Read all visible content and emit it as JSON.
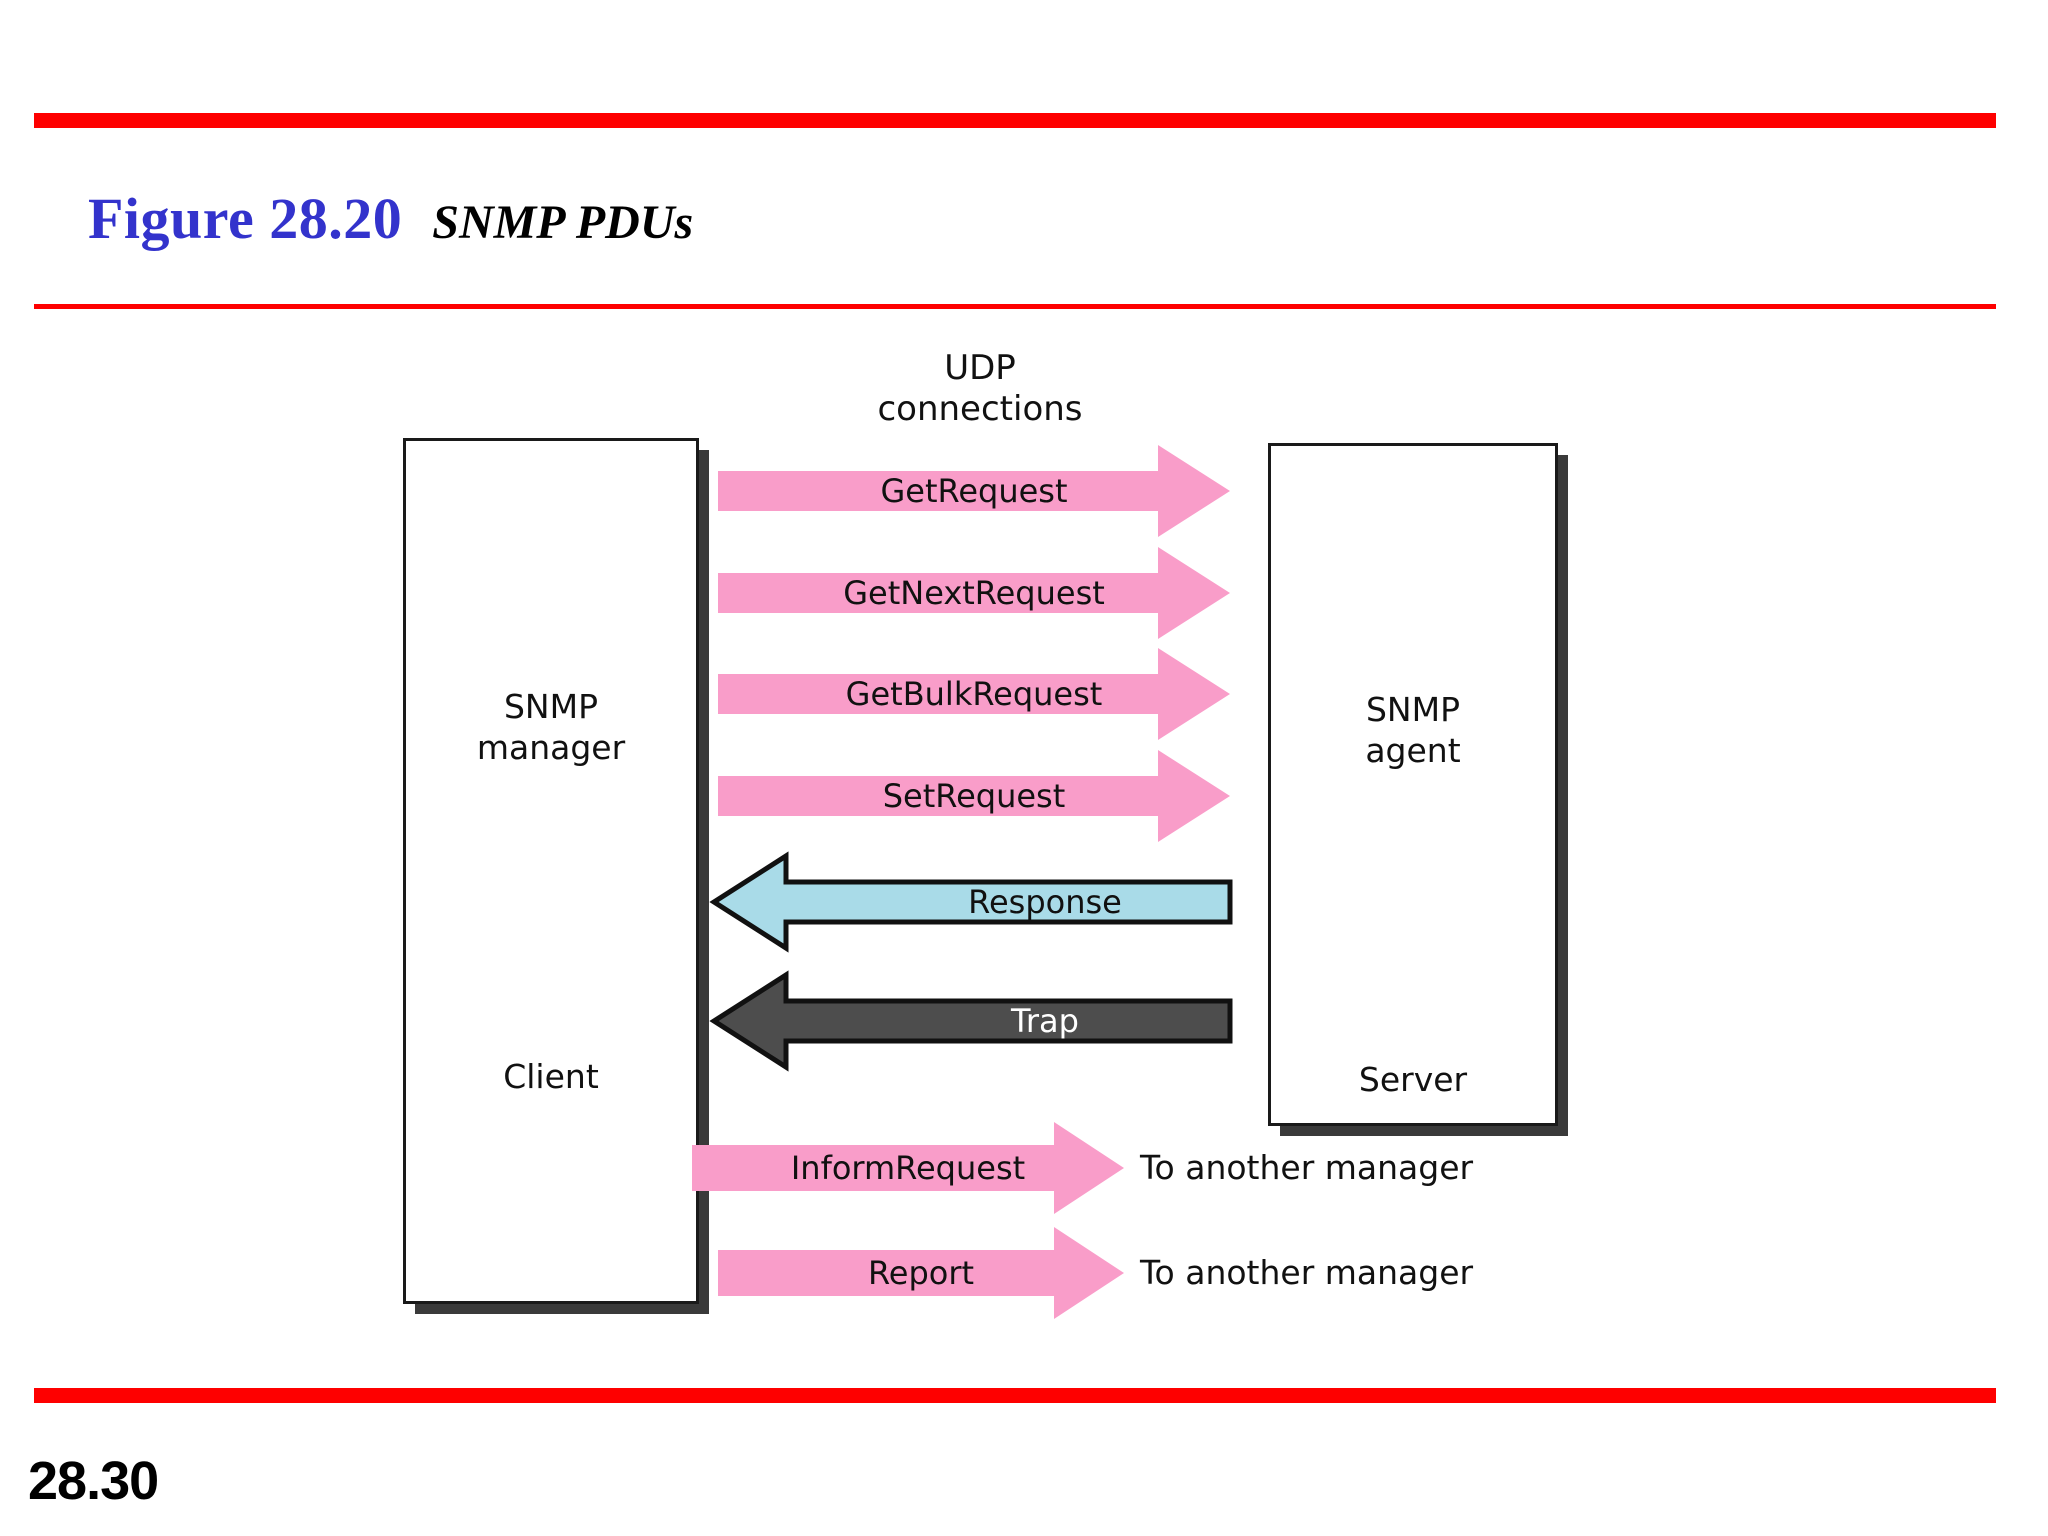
{
  "slide": {
    "figure_number": "Figure 28.20",
    "figure_title": "SNMP PDUs",
    "page_number": "28.30",
    "accent_color": "#fe0000",
    "title_color": "#3333cc"
  },
  "diagram": {
    "udp_label": "UDP\nconnections",
    "nodes": [
      {
        "id": "snmp-manager",
        "top_label": "SNMP\nmanager",
        "bottom_label": "Client"
      },
      {
        "id": "snmp-agent",
        "top_label": "SNMP\nagent",
        "bottom_label": "Server"
      }
    ],
    "messages": [
      {
        "label": "GetRequest",
        "direction": "right",
        "color": "#f99dc9",
        "text_color": "#111111",
        "outlined": false
      },
      {
        "label": "GetNextRequest",
        "direction": "right",
        "color": "#f99dc9",
        "text_color": "#111111",
        "outlined": false
      },
      {
        "label": "GetBulkRequest",
        "direction": "right",
        "color": "#f99dc9",
        "text_color": "#111111",
        "outlined": false
      },
      {
        "label": "SetRequest",
        "direction": "right",
        "color": "#f99dc9",
        "text_color": "#111111",
        "outlined": false
      },
      {
        "label": "Response",
        "direction": "left",
        "color": "#a9dbe8",
        "text_color": "#111111",
        "outlined": true
      },
      {
        "label": "Trap",
        "direction": "left",
        "color": "#4d4d4d",
        "text_color": "#ffffff",
        "outlined": true
      },
      {
        "label": "InformRequest",
        "direction": "right",
        "color": "#f99dc9",
        "text_color": "#111111",
        "outlined": false,
        "caption": "To another manager"
      },
      {
        "label": "Report",
        "direction": "right",
        "color": "#f99dc9",
        "text_color": "#111111",
        "outlined": false,
        "caption": "To another manager"
      }
    ]
  }
}
